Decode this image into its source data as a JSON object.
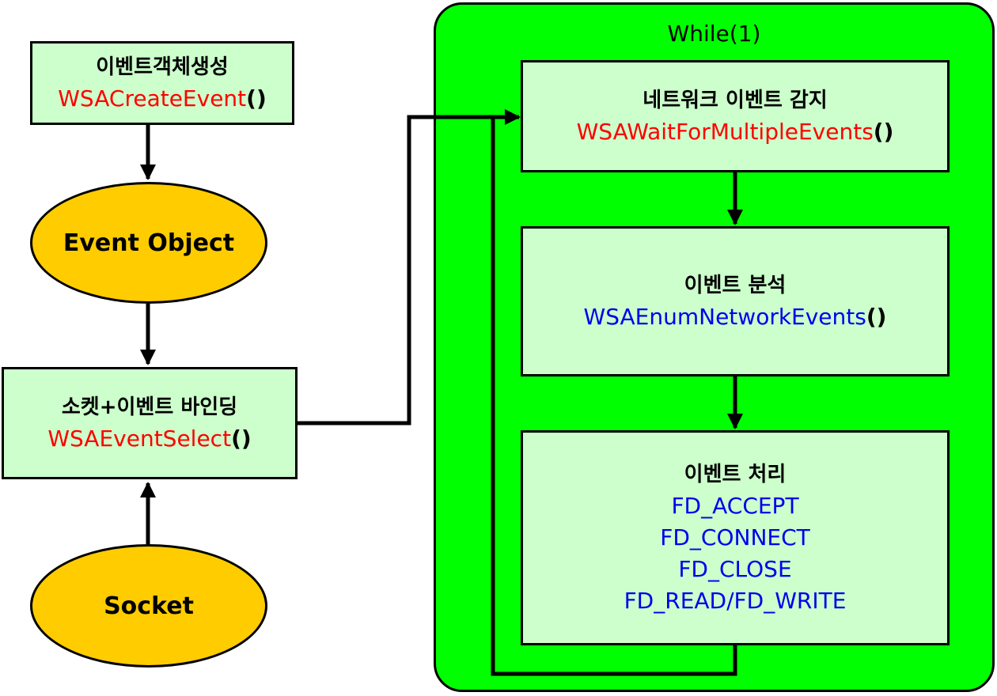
{
  "create": {
    "title": "이벤트객체생성",
    "func": "WSACreateEvent",
    "paren": "()"
  },
  "event_object": {
    "label": "Event Object"
  },
  "bind": {
    "title": "소켓+이벤트 바인딩",
    "func": "WSAEventSelect",
    "paren": "()"
  },
  "socket": {
    "label": "Socket"
  },
  "loop": {
    "title": "While(1)"
  },
  "wait": {
    "title": "네트워크 이벤트 감지",
    "func": "WSAWaitForMultipleEvents",
    "paren": "()"
  },
  "analyze": {
    "title": "이벤트 분석",
    "func": "WSAEnumNetworkEvents",
    "paren": "()"
  },
  "handle": {
    "title": "이벤트 처리",
    "items": [
      "FD_ACCEPT",
      "FD_CONNECT",
      "FD_CLOSE",
      "FD_READ/FD_WRITE"
    ]
  },
  "colors": {
    "box": "#ccffcc",
    "ellipse": "#ffcc00",
    "loop": "#00ff00",
    "red_func": "#ff0000",
    "blue_func": "#0000ee"
  }
}
